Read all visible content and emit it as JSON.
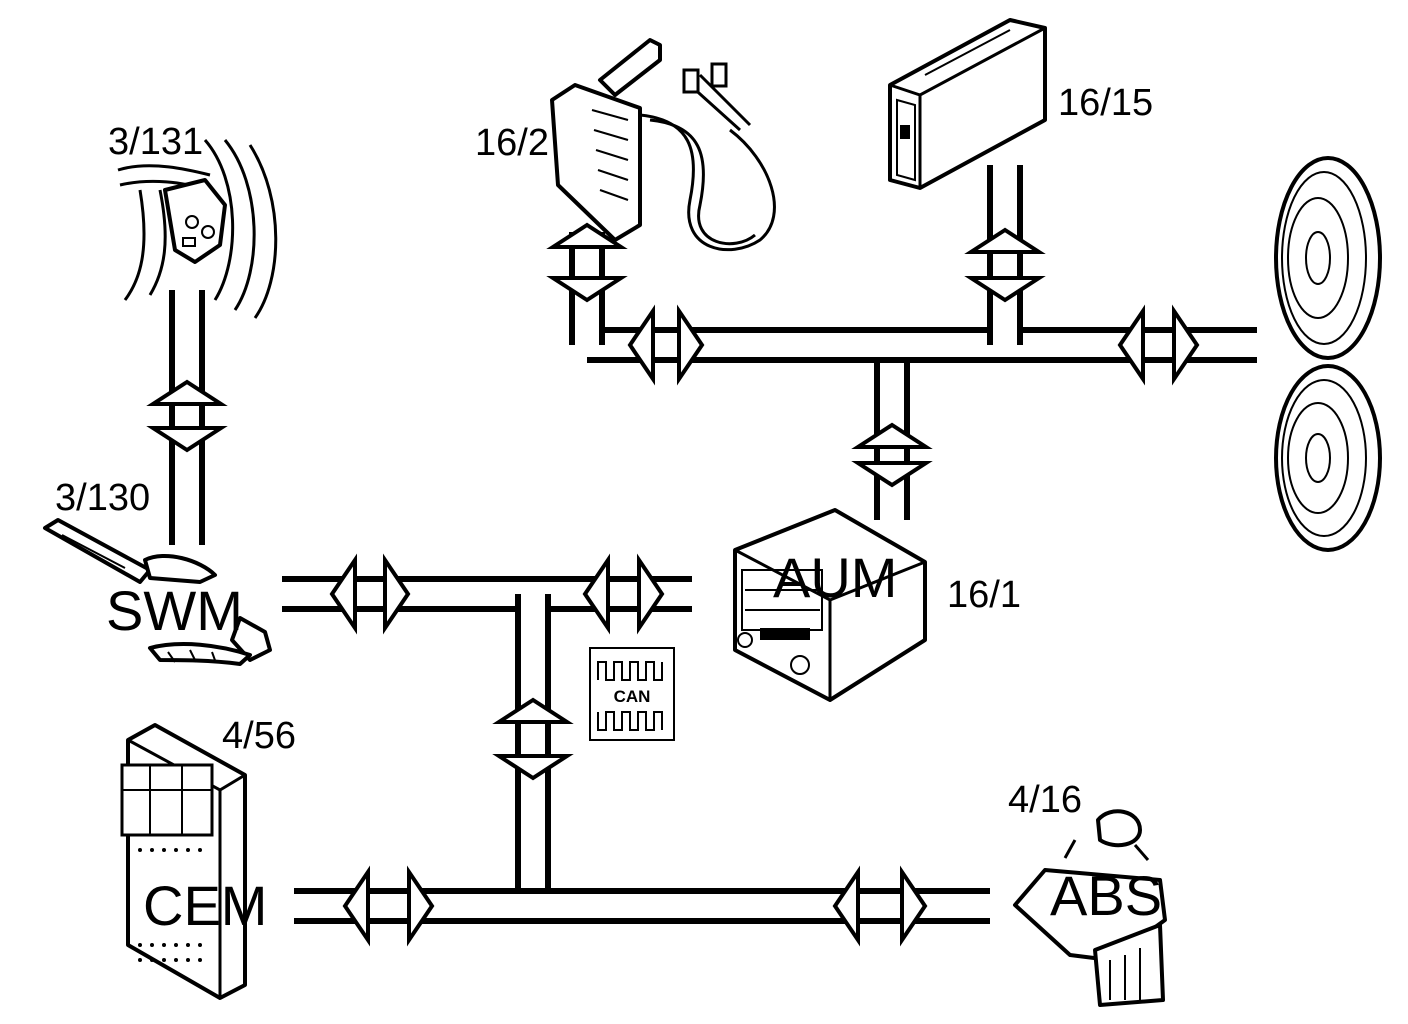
{
  "components": {
    "steering_wheel_module": {
      "code": "SWM",
      "ref": "3/130"
    },
    "steering_wheel_buttons": {
      "ref": "3/131"
    },
    "central_electronic_module": {
      "code": "CEM",
      "ref": "4/56"
    },
    "audio_module": {
      "code": "AUM",
      "ref": "16/1"
    },
    "abs_module": {
      "code": "ABS",
      "ref": "4/16"
    },
    "antenna_amplifier": {
      "ref": "16/2"
    },
    "cd_changer": {
      "ref": "16/15"
    }
  },
  "can_symbol": {
    "label": "CAN"
  }
}
